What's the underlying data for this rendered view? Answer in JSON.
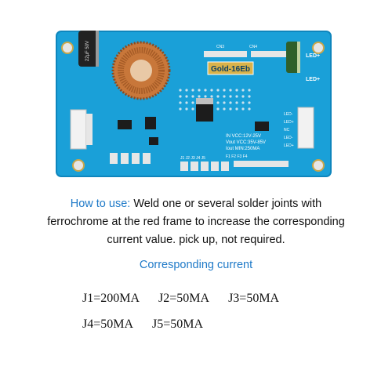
{
  "board": {
    "model_label": "Gold-16Eb",
    "cap_left_label": "22µF 50V",
    "cn3": "CN3",
    "cn4": "CN4",
    "led_plus_top": "LED+",
    "led_plus_mid": "LED+",
    "led_pins": [
      "LED-",
      "LED+",
      "NC",
      "LED-",
      "LED+"
    ],
    "spec_lines": [
      "IN VCC:12V-25V",
      "Vout VCC:35V-85V",
      "Iout MIN:250MA"
    ],
    "jumper_header": "J1 J2 J3 J4 J5",
    "jumper_row": "F1 F2 F3 F4",
    "colors": {
      "pcb": "#1aa0d8",
      "pcb_dark": "#0f86bd",
      "copper": "#c8773a",
      "gold": "#d9b24a"
    }
  },
  "instructions": {
    "howto_label": "How to use:",
    "line1": " Weld one or several solder joints with",
    "line2": "ferrochrome at the red frame to increase the corresponding",
    "line3": "current value. pick up, not required."
  },
  "subtitle": "Corresponding current",
  "jumpers": {
    "row1": [
      "J1=200MA",
      "J2=50MA",
      "J3=50MA"
    ],
    "row2": [
      "J4=50MA",
      "J5=50MA"
    ]
  }
}
